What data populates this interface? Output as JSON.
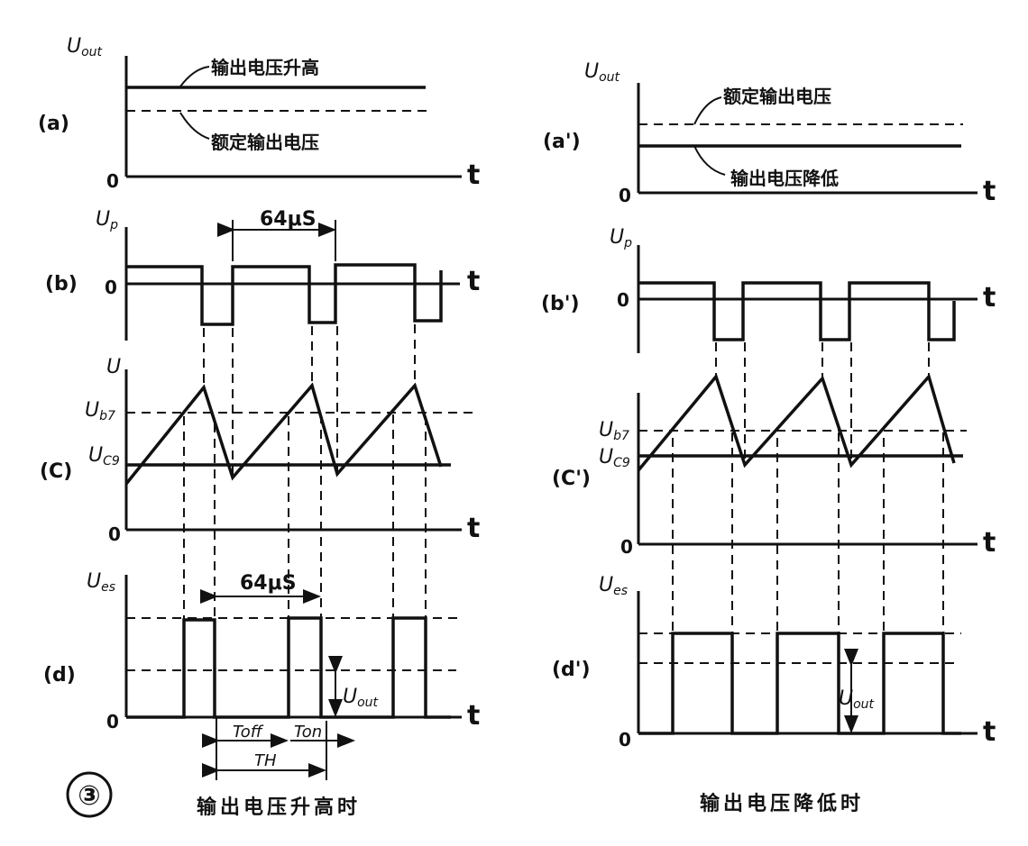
{
  "figure_number": "③",
  "left": {
    "caption": "输出电压升高时",
    "a": {
      "label": "(a)",
      "y_label": "U",
      "y_sub": "out",
      "zero": "0",
      "t": "t",
      "line_high": "输出电压升高",
      "line_rated": "额定输出电压"
    },
    "b": {
      "label": "(b)",
      "y_label": "U",
      "y_sub": "p",
      "zero": "0",
      "t": "t",
      "period": "64μS"
    },
    "c": {
      "label": "(C)",
      "y_label": "U",
      "ub7": "U",
      "ub7_sub": "b7",
      "uc9": "U",
      "uc9_sub": "C9",
      "zero": "0",
      "t": "t"
    },
    "d": {
      "label": "(d)",
      "y_label": "U",
      "y_sub": "es",
      "zero": "0",
      "t": "t",
      "period": "64μS",
      "uout": "U",
      "uout_sub": "out",
      "toff": "Toff",
      "ton": "Ton",
      "th": "TH"
    }
  },
  "right": {
    "caption": "输出电压降低时",
    "a": {
      "label": "(a')",
      "y_label": "U",
      "y_sub": "out",
      "zero": "0",
      "t": "t",
      "line_rated": "额定输出电压",
      "line_low": "输出电压降低"
    },
    "b": {
      "label": "(b')",
      "y_label": "U",
      "y_sub": "p",
      "zero": "0",
      "t": "t"
    },
    "c": {
      "label": "(C')",
      "ub7": "U",
      "ub7_sub": "b7",
      "uc9": "U",
      "uc9_sub": "C9",
      "zero": "0",
      "t": "t"
    },
    "d": {
      "label": "(d')",
      "y_label": "U",
      "y_sub": "es",
      "zero": "0",
      "t": "t",
      "uout": "U",
      "uout_sub": "out"
    }
  }
}
